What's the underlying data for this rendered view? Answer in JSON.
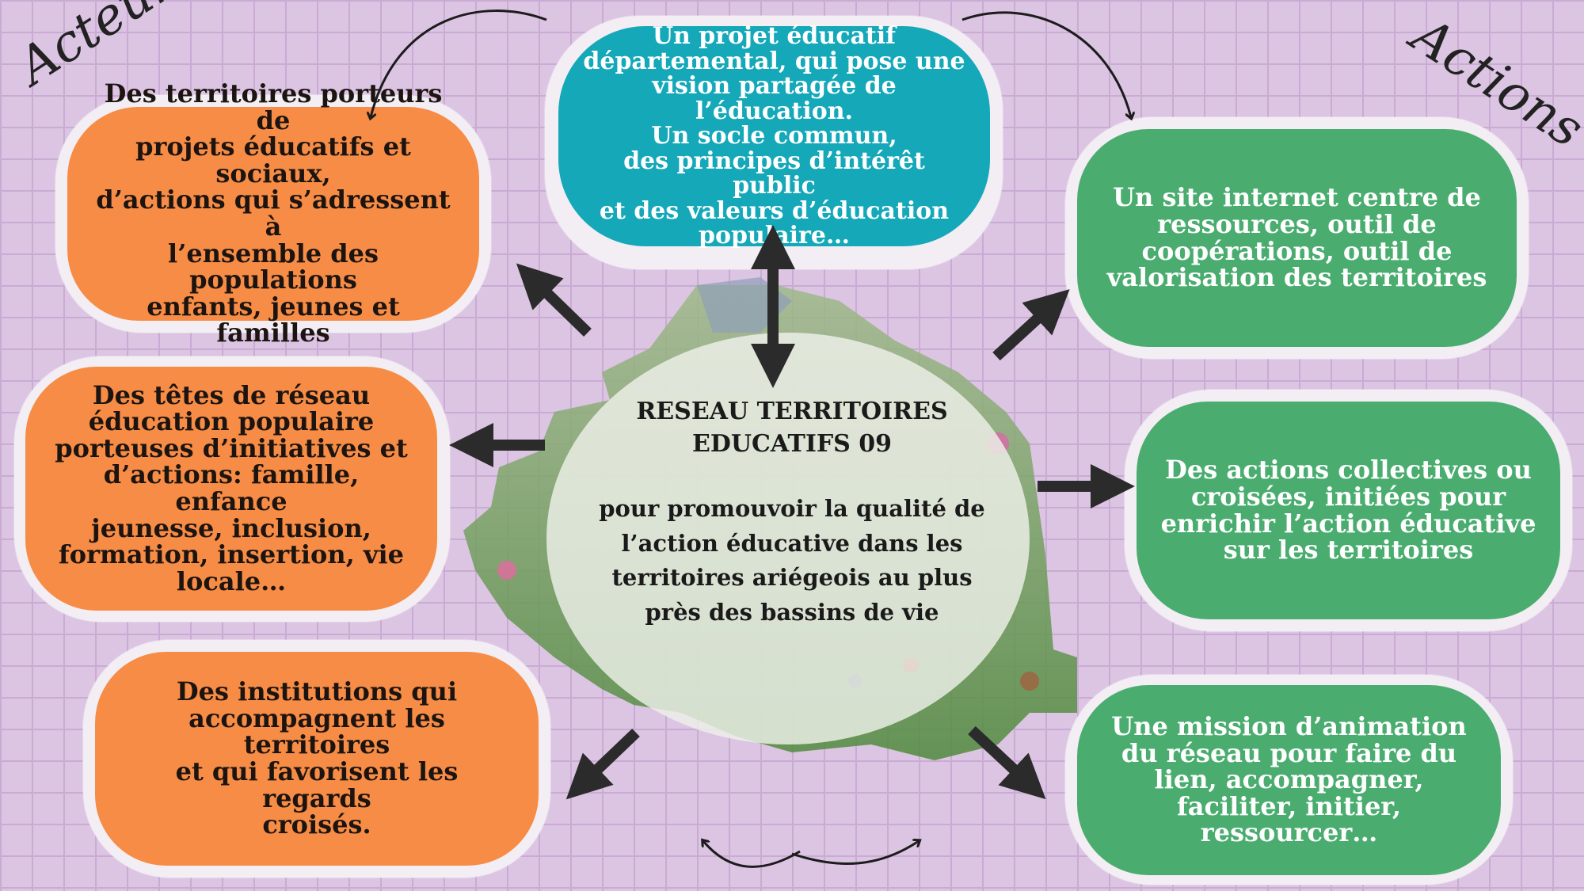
{
  "labels": {
    "left_side": "Acteurs",
    "right_side": "Actions"
  },
  "center": {
    "title": "RESEAU TERRITOIRES\nEDUCATIFS 09",
    "subtitle": "pour promouvoir la qualité de\nl’action éducative dans les\nterritoires ariégeois au plus\nprès des bassins de vie"
  },
  "top_box": {
    "text": "Un projet éducatif\ndépartemental, qui pose une\nvision partagée de l’éducation.\nUn socle commun,\ndes principes d’intérêt public\net  des valeurs d’éducation\npopulaire…"
  },
  "actors": [
    {
      "text": "Des territoires porteurs de\nprojets éducatifs  et sociaux,\nd’actions  qui s’adressent à\nl’ensemble des populations\nenfants, jeunes et familles"
    },
    {
      "text": "Des têtes de réseau\néducation populaire\nporteuses d’initiatives et\nd’actions: famille, enfance\njeunesse, inclusion,\nformation, insertion, vie\nlocale…"
    },
    {
      "text": "Des institutions  qui\naccompagnent les territoires\net qui favorisent les regards\ncroisés."
    }
  ],
  "actions": [
    {
      "text": "Un site internet centre de\nressources, outil de\ncoopérations, outil de\nvalorisation des territoires"
    },
    {
      "text": "Des actions collectives ou\ncroisées, initiées pour\nenrichir l’action éducative\nsur les territoires"
    },
    {
      "text": "Une mission d’animation\ndu réseau pour faire du\nlien, accompagner,\nfaciliter, initier,\nressourcer…"
    }
  ],
  "colors": {
    "background": "#dcc4e3",
    "actors_fill": "#f68c45",
    "actions_fill": "#4aad6f",
    "top_fill": "#14a8b9"
  }
}
